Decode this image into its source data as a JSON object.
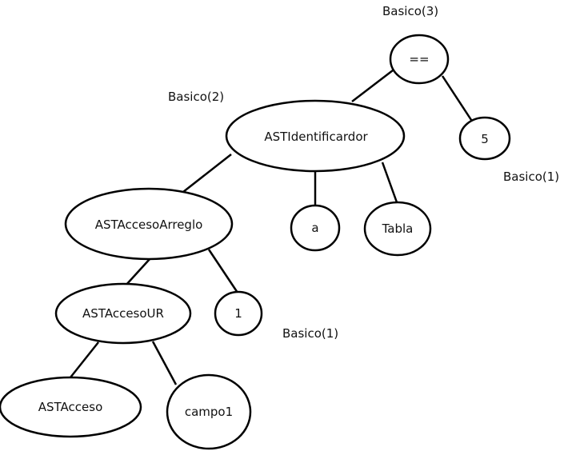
{
  "nodes": {
    "eq": "==",
    "five": "5",
    "identificador": "ASTIdentificardor",
    "acceso_arreglo": "ASTAccesoArreglo",
    "a": "a",
    "tabla": "Tabla",
    "acceso_ur": "ASTAccesoUR",
    "one": "1",
    "acceso": "ASTAcceso",
    "campo1": "campo1"
  },
  "annotations": {
    "basico3": "Basico(3)",
    "basico2": "Basico(2)",
    "basico1_right": "Basico(1)",
    "basico1_mid": "Basico(1)"
  }
}
